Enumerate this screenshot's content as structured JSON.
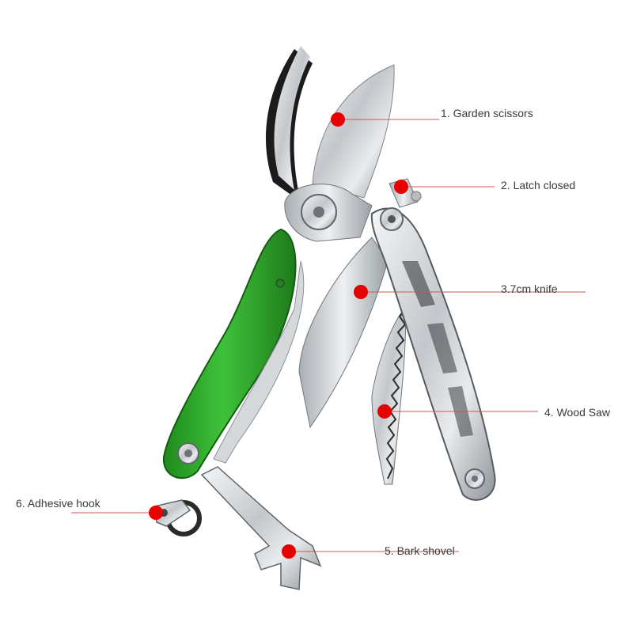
{
  "product": {
    "handle_color": "#2faa2a",
    "steel_color": "#c8ccd0",
    "marker_color": "#e60000"
  },
  "callouts": [
    {
      "id": "garden-scissors",
      "text": "1. Garden scissors"
    },
    {
      "id": "latch-closed",
      "text": "2. Latch closed"
    },
    {
      "id": "knife",
      "text": "3.7cm knife"
    },
    {
      "id": "wood-saw",
      "text": "4. Wood Saw"
    },
    {
      "id": "bark-shovel",
      "text": "5. Bark shovel"
    },
    {
      "id": "adhesive-hook",
      "text": "6. Adhesive hook"
    }
  ]
}
